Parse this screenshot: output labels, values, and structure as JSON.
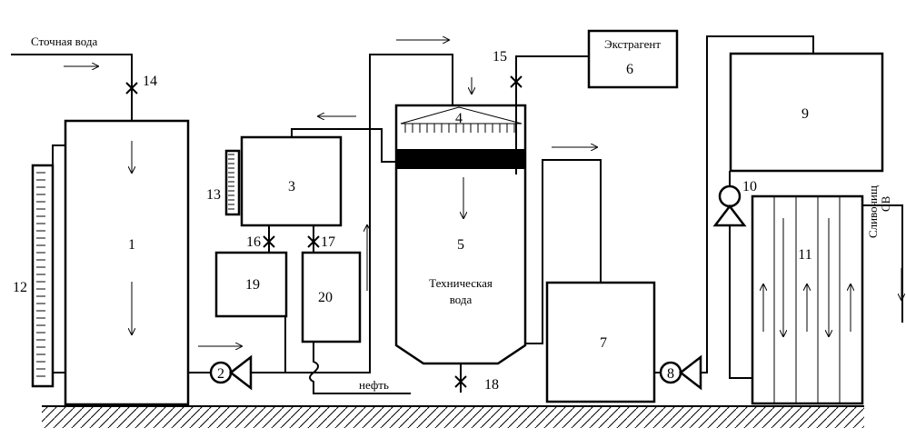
{
  "labels": {
    "wastewater": "Сточная вода",
    "extractant": "Экстрагент",
    "process_water_1": "Техническая",
    "process_water_2": "вода",
    "oil": "нефть",
    "drain_1": "Сливочищ",
    "drain_2": "СВ"
  },
  "units": {
    "u1": "1",
    "u2": "2",
    "u3": "3",
    "u4": "4",
    "u5": "5",
    "u6": "6",
    "u7": "7",
    "u8": "8",
    "u9": "9",
    "u10": "10",
    "u11": "11",
    "u12": "12",
    "u13": "13",
    "u14": "14",
    "u15": "15",
    "u16": "16",
    "u17": "17",
    "u18": "18",
    "u19": "19",
    "u20": "20"
  }
}
